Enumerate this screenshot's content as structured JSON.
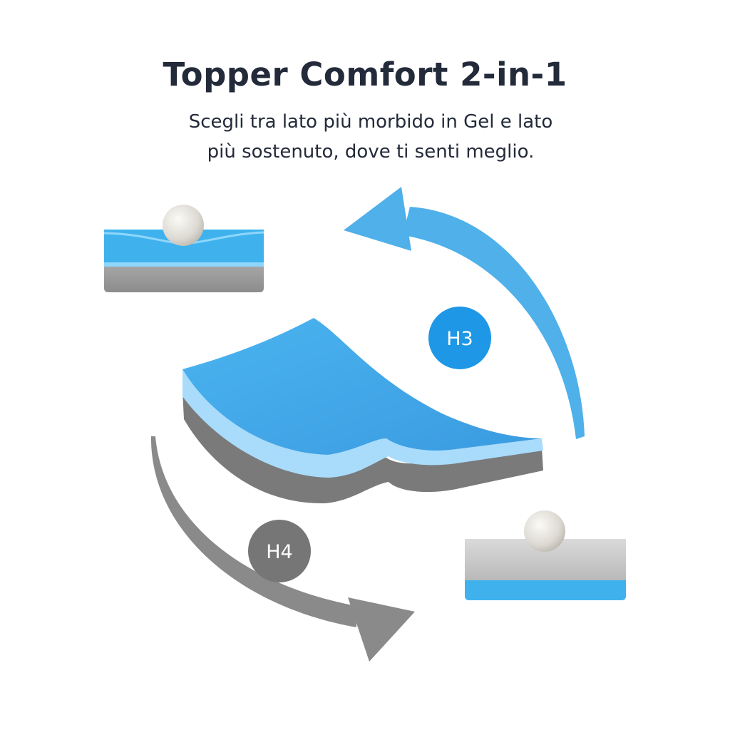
{
  "header": {
    "title": "Topper Comfort 2-in-1",
    "subtitle_line1": "Scegli tra lato più morbido in Gel e lato",
    "subtitle_line2": "più sostenuto, dove ti senti meglio."
  },
  "badges": {
    "soft": "H3",
    "firm": "H4"
  },
  "colors": {
    "gel_blue": "#3fa9ea",
    "arrow_blue": "#4fb0ea",
    "foam_gray": "#9b9b9b",
    "arrow_gray": "#8a8a8a",
    "text_dark": "#232a3a"
  },
  "icons": {
    "soft_side": "gel-side-up-icon",
    "firm_side": "firm-side-up-icon",
    "topper": "flexible-topper-icon"
  }
}
